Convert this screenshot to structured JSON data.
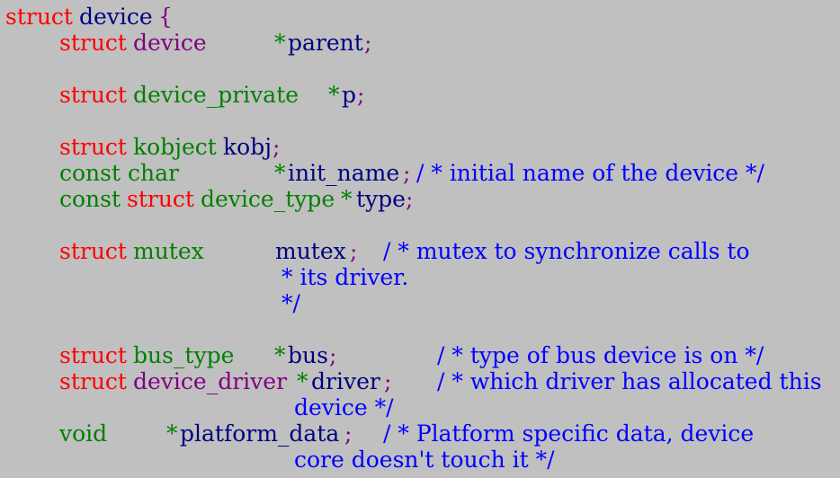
{
  "colors": {
    "background": "#c0c0c0",
    "keyword": "#ff0000",
    "type": "#008000",
    "struct_name": "#800080",
    "identifier": "#000080",
    "comment": "#0000ff"
  },
  "code": {
    "lines": [
      {
        "tokens": [
          {
            "t": "struct",
            "k": "kw"
          },
          {
            "t": "device",
            "k": "id"
          },
          {
            "t": "{",
            "k": "pn"
          }
        ]
      },
      {
        "tokens": [
          {
            "t": "struct",
            "k": "kw"
          },
          {
            "t": "device",
            "k": "typ2"
          },
          {
            "t": "*",
            "k": "op"
          },
          {
            "t": "parent",
            "k": "id"
          },
          {
            "t": ";",
            "k": "pn"
          }
        ]
      },
      {
        "tokens": [
          {
            "t": "struct",
            "k": "kw"
          },
          {
            "t": "device_private",
            "k": "typ"
          },
          {
            "t": "*",
            "k": "op"
          },
          {
            "t": "p",
            "k": "id"
          },
          {
            "t": ";",
            "k": "pn"
          }
        ]
      },
      {
        "tokens": [
          {
            "t": "struct",
            "k": "kw"
          },
          {
            "t": "kobject",
            "k": "typ"
          },
          {
            "t": "kobj",
            "k": "id"
          },
          {
            "t": ";",
            "k": "pn"
          }
        ]
      },
      {
        "tokens": [
          {
            "t": "const char",
            "k": "typ"
          },
          {
            "t": "*",
            "k": "op"
          },
          {
            "t": "init_name",
            "k": "id"
          },
          {
            "t": ";",
            "k": "pn"
          },
          {
            "t": "/ * initial name of the device */",
            "k": "cm"
          }
        ]
      },
      {
        "tokens": [
          {
            "t": "const",
            "k": "typ"
          },
          {
            "t": "struct",
            "k": "kw"
          },
          {
            "t": "device_type",
            "k": "typ"
          },
          {
            "t": "*",
            "k": "op"
          },
          {
            "t": "type",
            "k": "id"
          },
          {
            "t": ";",
            "k": "pn"
          }
        ]
      },
      {
        "tokens": [
          {
            "t": "struct",
            "k": "kw"
          },
          {
            "t": "mutex",
            "k": "typ"
          },
          {
            "t": "mutex",
            "k": "id"
          },
          {
            "t": ";",
            "k": "pn"
          },
          {
            "t": "/ * mutex to synchronize calls to",
            "k": "cm"
          }
        ]
      },
      {
        "tokens": [
          {
            "t": "* its driver.",
            "k": "cm"
          }
        ]
      },
      {
        "tokens": [
          {
            "t": "*/",
            "k": "cm"
          }
        ]
      },
      {
        "tokens": [
          {
            "t": "struct",
            "k": "kw"
          },
          {
            "t": "bus_type",
            "k": "typ"
          },
          {
            "t": "*",
            "k": "op"
          },
          {
            "t": "bus",
            "k": "id"
          },
          {
            "t": ";",
            "k": "pn"
          },
          {
            "t": "/ * type of bus device is on */",
            "k": "cm"
          }
        ]
      },
      {
        "tokens": [
          {
            "t": "struct",
            "k": "kw"
          },
          {
            "t": "device_driver",
            "k": "typ2"
          },
          {
            "t": "*",
            "k": "op"
          },
          {
            "t": "driver",
            "k": "id"
          },
          {
            "t": ";",
            "k": "pn"
          },
          {
            "t": "/ * which driver has allocated this",
            "k": "cm"
          }
        ]
      },
      {
        "tokens": [
          {
            "t": "device */",
            "k": "cm"
          }
        ]
      },
      {
        "tokens": [
          {
            "t": "void",
            "k": "typ"
          },
          {
            "t": "*",
            "k": "op"
          },
          {
            "t": "platform_data",
            "k": "id"
          },
          {
            "t": ";",
            "k": "pn"
          },
          {
            "t": "/ * Platform specific data, device",
            "k": "cm"
          }
        ]
      },
      {
        "tokens": [
          {
            "t": "core doesn't touch it */",
            "k": "cm"
          }
        ]
      }
    ]
  }
}
